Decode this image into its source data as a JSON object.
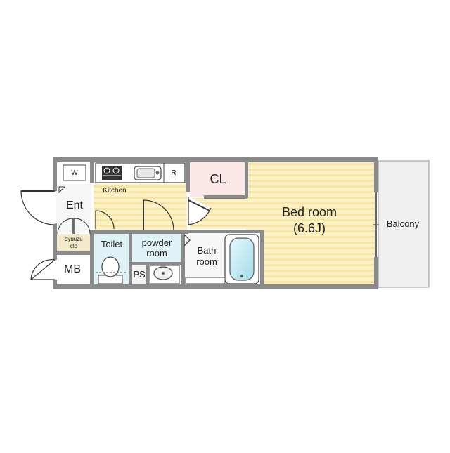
{
  "rooms": {
    "w": "W",
    "r": "R",
    "kitchen": "Kitchen",
    "ent": "Ent",
    "cl": "CL",
    "bedroom": "Bed room",
    "bedroom_size": "(6.6J)",
    "balcony": "Balcony",
    "shoe_closet_1": "syuuzu",
    "shoe_closet_2": "clo",
    "toilet": "Toilet",
    "powder_1": "powder",
    "powder_2": "room",
    "bath_1": "Bath",
    "bath_2": "room",
    "ps": "PS",
    "mb": "MB"
  },
  "colors": {
    "wall": "#8a8a8a",
    "floor_wood": "#fbf1c6",
    "floor_stripe": "#f3dfa0",
    "cl_floor": "#fbe6e8",
    "wet_floor": "#dff3f7",
    "balcony": "#efefef",
    "bath_tub": "#bfeaf4"
  }
}
